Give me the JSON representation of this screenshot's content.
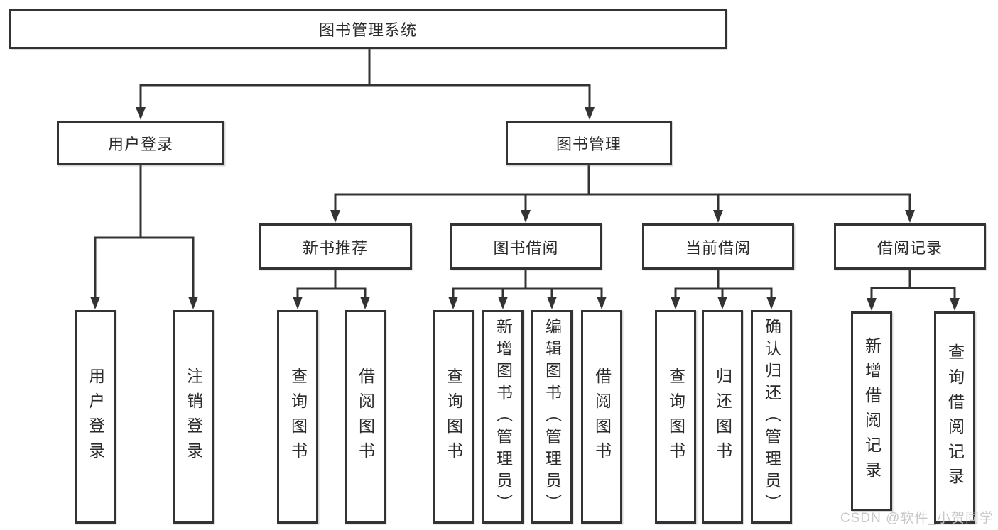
{
  "diagram_type": "hierarchy",
  "tree": {
    "label": "图书管理系统",
    "children": [
      {
        "label": "用户登录",
        "children": [
          {
            "label": "用户登录"
          },
          {
            "label": "注销登录"
          }
        ]
      },
      {
        "label": "图书管理",
        "children": [
          {
            "label": "新书推荐",
            "children": [
              {
                "label": "查询图书"
              },
              {
                "label": "借阅图书"
              }
            ]
          },
          {
            "label": "图书借阅",
            "children": [
              {
                "label": "查询图书"
              },
              {
                "label": "新增图书（管理员）"
              },
              {
                "label": "编辑图书（管理员）"
              },
              {
                "label": "借阅图书"
              }
            ]
          },
          {
            "label": "当前借阅",
            "children": [
              {
                "label": "查询图书"
              },
              {
                "label": "归还图书"
              },
              {
                "label": "确认归还（管理员）"
              }
            ]
          },
          {
            "label": "借阅记录",
            "children": [
              {
                "label": "新增借阅记录"
              },
              {
                "label": "查询借阅记录"
              }
            ]
          }
        ]
      }
    ]
  },
  "watermark": "CSDN @软件_小贺同学",
  "colors": {
    "line": "#333333",
    "box_border": "#333333",
    "text": "#2b2b2b",
    "watermark": "#c5c5c5",
    "background": "#ffffff"
  }
}
